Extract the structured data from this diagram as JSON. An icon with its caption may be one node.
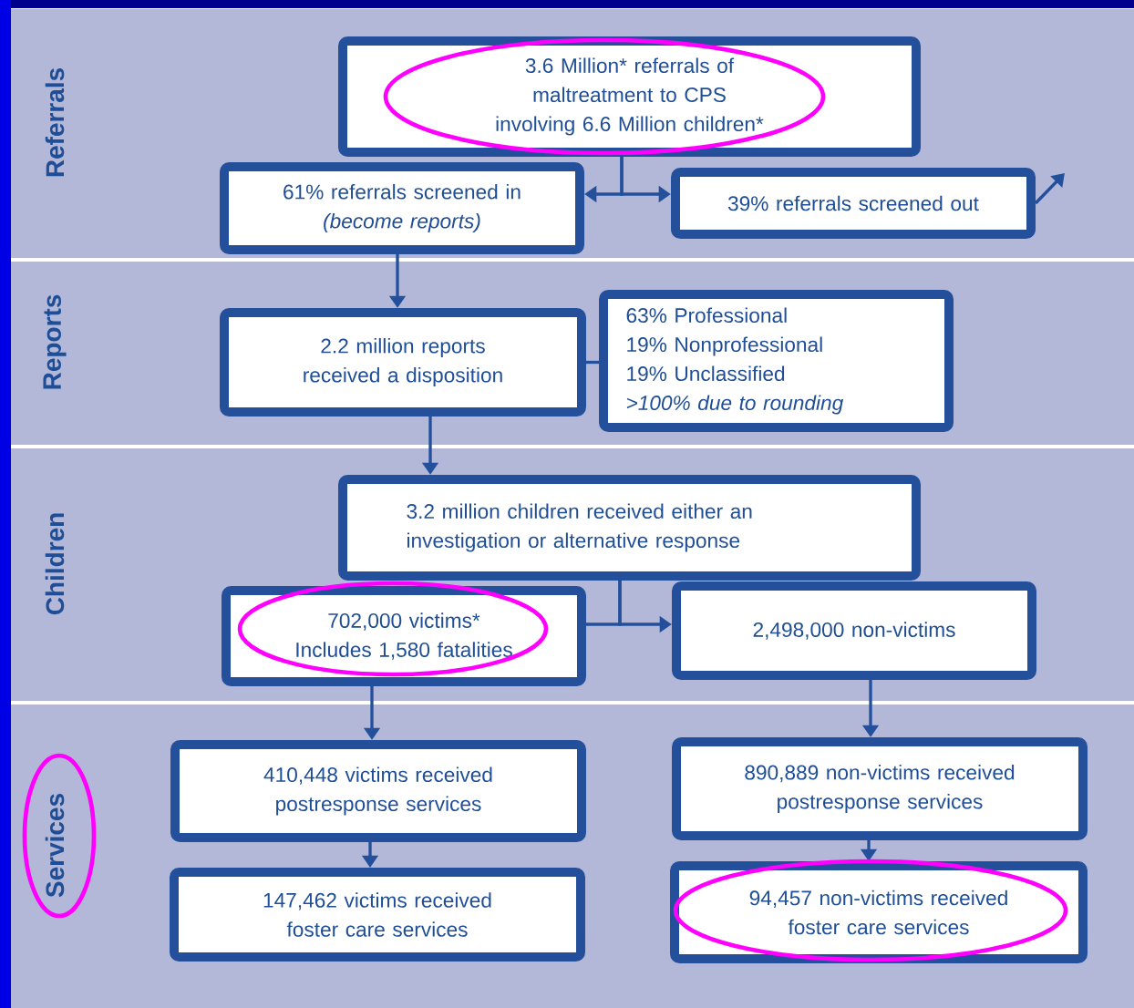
{
  "diagram": {
    "nodes": [
      {
        "text": [
          "Referrals"
        ]
      },
      {
        "text": [
          "3.6 Million* referrals of maltreatment to CPS involving 6.6 Million children*"
        ],
        "in": 0
      },
      {
        "text": [
          "61% referrals screened in",
          "(become reports)"
        ],
        "in": 0
      },
      {
        "text": [
          "39% referrals screened out"
        ],
        "in": 0
      },
      {
        "text": [
          "Reports"
        ]
      },
      {
        "text": [
          "2.2 million reports received a disposition"
        ],
        "in": 4
      },
      {
        "text": [
          "63% Professional",
          "19% Nonprofessional",
          "19% Unclassified",
          ">100% due to rounding"
        ],
        "in": 4
      },
      {
        "text": [
          "Children"
        ]
      },
      {
        "text": [
          "3.2 million children received either an investigation or alternative response"
        ],
        "in": 7
      },
      {
        "text": [
          "702,000 victims*",
          "Includes 1,580 fatalities"
        ],
        "in": 7
      },
      {
        "text": [
          "2,498,000 non-victims"
        ],
        "in": 7
      },
      {
        "text": [
          "Services"
        ]
      },
      {
        "text": [
          "410,448 victims received postresponse services"
        ],
        "in": 11
      },
      {
        "text": [
          "890,889 non-victims received postresponse services"
        ],
        "in": 11
      },
      {
        "text": [
          "147,462 victims received foster care services"
        ],
        "in": 11
      },
      {
        "text": [
          "94,457 non-victims received foster care services"
        ],
        "in": 11
      }
    ],
    "edges": [
      {
        "from": 1,
        "to": 2,
        "arrow": "to"
      },
      {
        "from": 1,
        "to": 3,
        "arrow": "to"
      },
      {
        "from": 3,
        "to": null,
        "arrow": "to"
      },
      {
        "from": 2,
        "to": 5,
        "arrow": "to"
      },
      {
        "from": 5,
        "to": 6,
        "arrow": "none"
      },
      {
        "from": 5,
        "to": 8,
        "arrow": "to"
      },
      {
        "from": 8,
        "to": 9,
        "arrow": "none"
      },
      {
        "from": 8,
        "to": 10,
        "arrow": "to"
      },
      {
        "from": 9,
        "to": 12,
        "arrow": "to"
      },
      {
        "from": 10,
        "to": 13,
        "arrow": "to"
      },
      {
        "from": 12,
        "to": 14,
        "arrow": "to"
      },
      {
        "from": 13,
        "to": 15,
        "arrow": "to"
      }
    ]
  }
}
